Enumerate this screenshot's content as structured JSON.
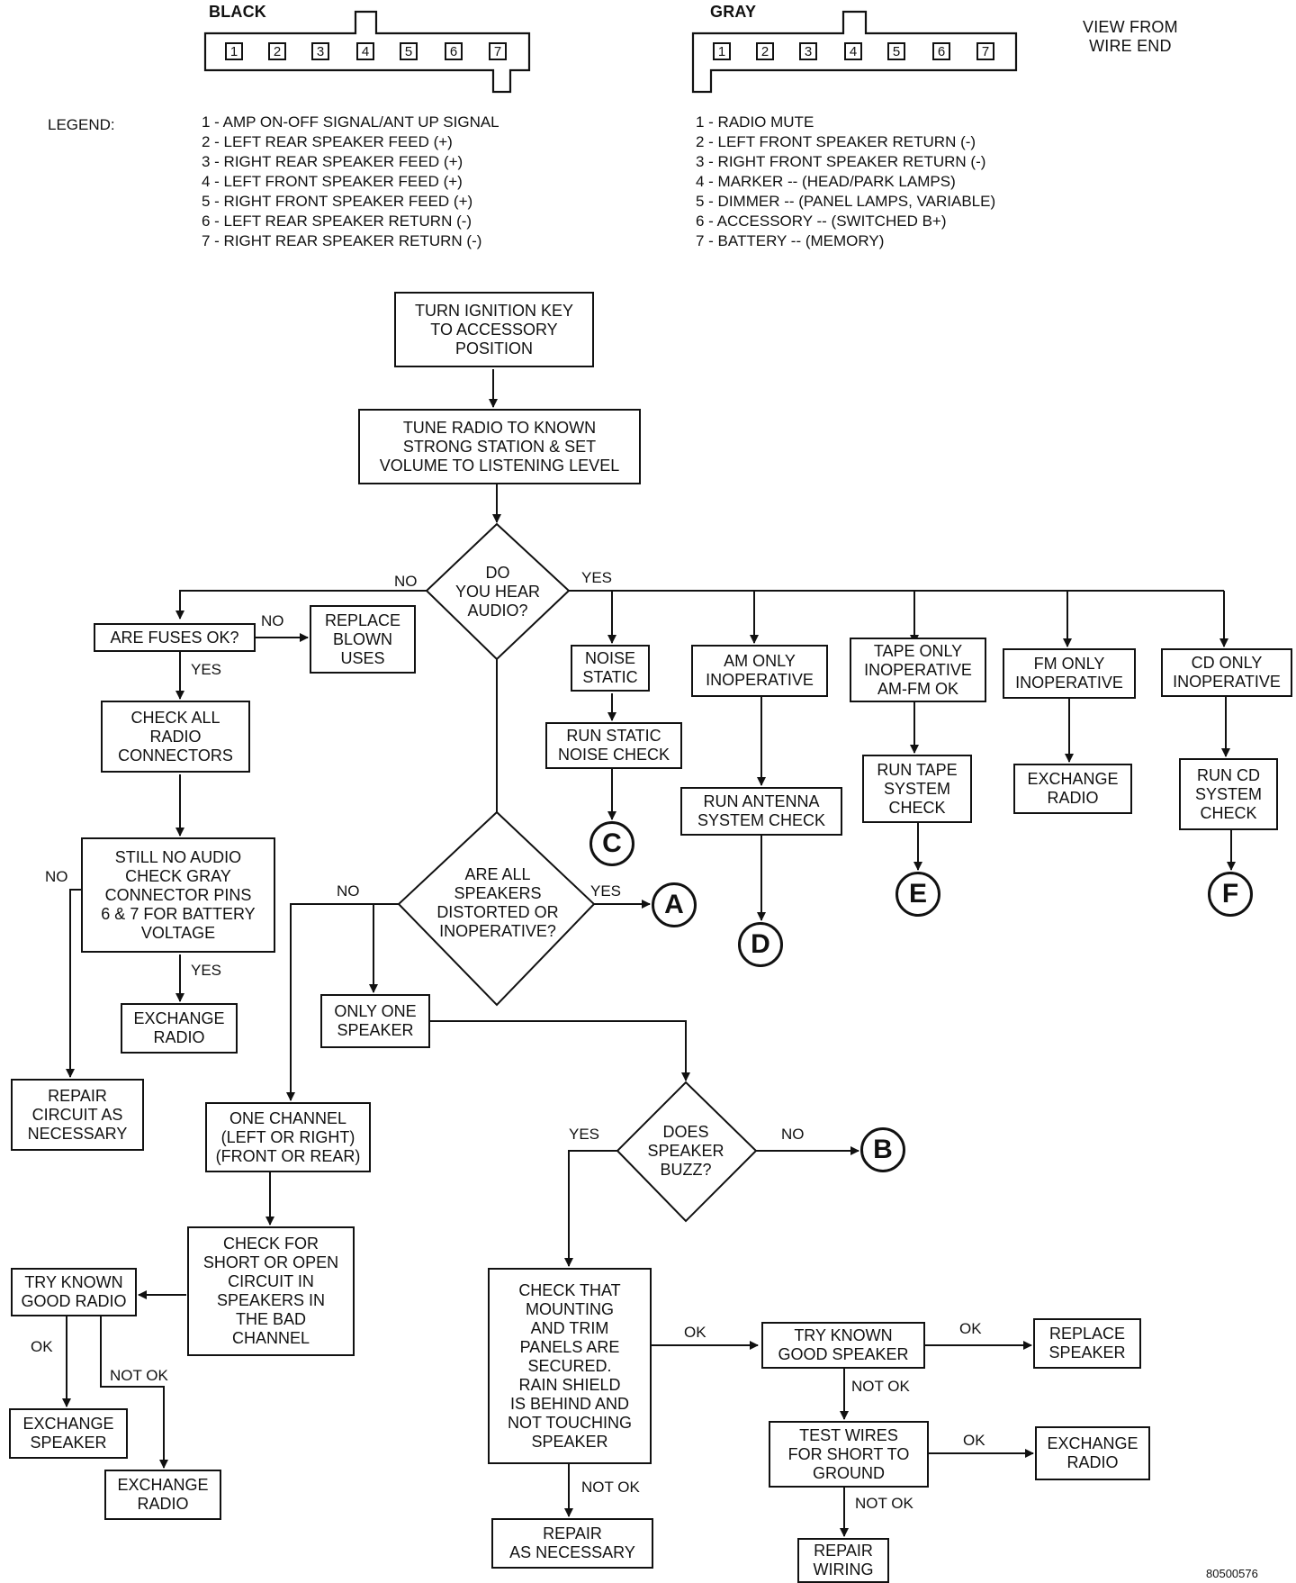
{
  "connectors": {
    "black": {
      "label": "BLACK",
      "pins": [
        "1",
        "2",
        "3",
        "4",
        "5",
        "6",
        "7"
      ]
    },
    "gray": {
      "label": "GRAY",
      "pins": [
        "1",
        "2",
        "3",
        "4",
        "5",
        "6",
        "7"
      ]
    },
    "view_note": "VIEW FROM\nWIRE END"
  },
  "legend": {
    "title": "LEGEND:",
    "black_items": [
      "1 - AMP ON-OFF SIGNAL/ANT UP SIGNAL",
      "2 - LEFT REAR SPEAKER FEED (+)",
      "3 - RIGHT REAR SPEAKER FEED (+)",
      "4 - LEFT FRONT SPEAKER FEED (+)",
      "5 - RIGHT FRONT SPEAKER FEED (+)",
      "6 - LEFT REAR SPEAKER RETURN (-)",
      "7 - RIGHT REAR SPEAKER RETURN (-)"
    ],
    "gray_items": [
      "1 - RADIO MUTE",
      "2 - LEFT FRONT SPEAKER RETURN (-)",
      "3 - RIGHT FRONT SPEAKER RETURN (-)",
      "4 - MARKER -- (HEAD/PARK LAMPS)",
      "5 - DIMMER -- (PANEL LAMPS, VARIABLE)",
      "6 - ACCESSORY -- (SWITCHED B+)",
      "7 - BATTERY -- (MEMORY)"
    ]
  },
  "nodes": {
    "turn_key": "TURN IGNITION KEY\nTO ACCESSORY\nPOSITION",
    "tune_radio": "TUNE RADIO TO KNOWN\nSTRONG STATION & SET\nVOLUME TO LISTENING LEVEL",
    "hear_audio": "DO\nYOU HEAR\nAUDIO?",
    "fuses_ok": "ARE FUSES OK?",
    "replace_fuses": "REPLACE\nBLOWN\nUSES",
    "check_connectors": "CHECK ALL\nRADIO\nCONNECTORS",
    "still_no_audio": "STILL NO AUDIO\nCHECK GRAY\nCONNECTOR PINS\n6 & 7 FOR BATTERY\nVOLTAGE",
    "exchange_radio_1": "EXCHANGE\nRADIO",
    "repair_circuit": "REPAIR\nCIRCUIT AS\nNECESSARY",
    "noise_static": "NOISE\nSTATIC",
    "run_static": "RUN STATIC\nNOISE CHECK",
    "am_only": "AM ONLY\nINOPERATIVE",
    "run_antenna": "RUN ANTENNA\nSYSTEM CHECK",
    "tape_only": "TAPE ONLY\nINOPERATIVE\nAM-FM OK",
    "run_tape": "RUN TAPE\nSYSTEM\nCHECK",
    "fm_only": "FM ONLY\nINOPERATIVE",
    "exchange_radio_fm": "EXCHANGE\nRADIO",
    "cd_only": "CD ONLY\nINOPERATIVE",
    "run_cd": "RUN CD\nSYSTEM\nCHECK",
    "all_speakers": "ARE ALL\nSPEAKERS\nDISTORTED OR\nINOPERATIVE?",
    "only_one_speaker": "ONLY ONE\nSPEAKER",
    "one_channel": "ONE CHANNEL\n(LEFT OR RIGHT)\n(FRONT OR REAR)",
    "speaker_buzz": "DOES\nSPEAKER\nBUZZ?",
    "check_short": "CHECK FOR\nSHORT OR OPEN\nCIRCUIT IN\nSPEAKERS IN\nTHE BAD\nCHANNEL",
    "try_good_radio": "TRY KNOWN\nGOOD RADIO",
    "exchange_speaker_1": "EXCHANGE\nSPEAKER",
    "exchange_radio_2": "EXCHANGE\nRADIO",
    "check_panels": "CHECK THAT\nMOUNTING\nAND TRIM\nPANELS ARE\nSECURED.\nRAIN SHIELD\nIS BEHIND AND\nNOT TOUCHING\nSPEAKER",
    "repair_as_necessary": "REPAIR\nAS NECESSARY",
    "try_good_speaker": "TRY KNOWN\nGOOD SPEAKER",
    "replace_speaker": "REPLACE\nSPEAKER",
    "test_wires": "TEST WIRES\nFOR SHORT TO\nGROUND",
    "exchange_radio_3": "EXCHANGE\nRADIO",
    "repair_wiring": "REPAIR\nWIRING"
  },
  "connector_refs": {
    "a": "A",
    "b": "B",
    "c": "C",
    "d": "D",
    "e": "E",
    "f": "F"
  },
  "edge_labels": {
    "audio_no": "NO",
    "audio_yes": "YES",
    "fuses_no": "NO",
    "fuses_yes": "YES",
    "still_no": "NO",
    "still_yes": "YES",
    "speakers_no": "NO",
    "speakers_yes": "YES",
    "buzz_yes": "YES",
    "buzz_no": "NO",
    "radio_ok": "OK",
    "radio_not_ok": "NOT OK",
    "panels_ok": "OK",
    "panels_not_ok": "NOT OK",
    "speaker_ok": "OK",
    "speaker_not_ok": "NOT OK",
    "wires_ok": "OK",
    "wires_not_ok": "NOT OK"
  },
  "figure_code": "80500576"
}
